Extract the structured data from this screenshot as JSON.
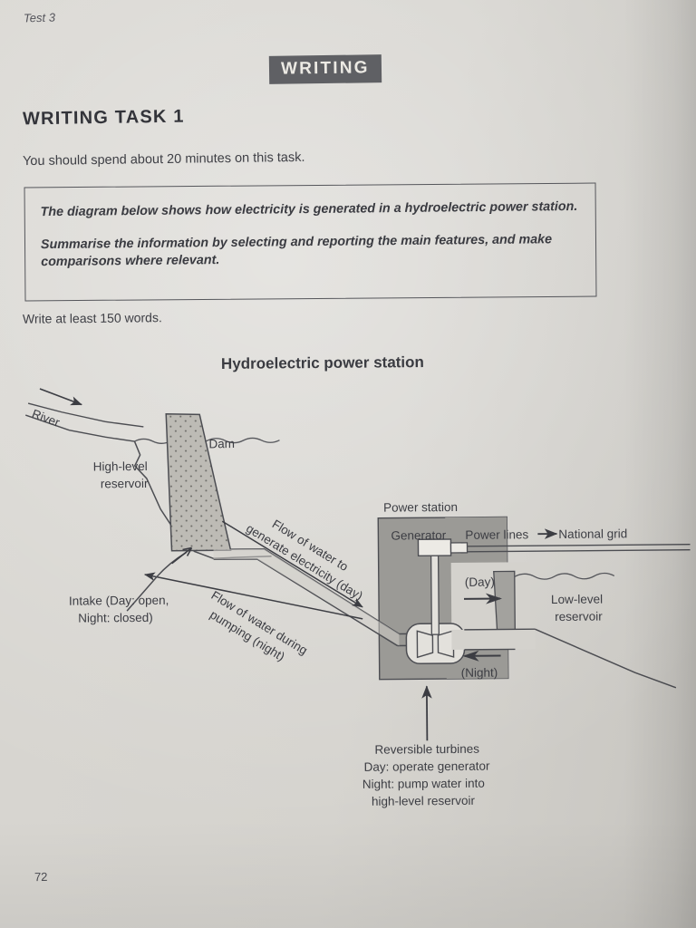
{
  "page": {
    "test_label": "Test 3",
    "section_badge": "WRITING",
    "task_title": "WRITING TASK 1",
    "task_intro": "You should spend about 20 minutes on this task.",
    "prompt_paragraph_1": "The diagram below shows how electricity is generated in a hydroelectric power station.",
    "prompt_paragraph_2": "Summarise the information by selecting and reporting the main features, and make comparisons where relevant.",
    "write_at_least": "Write at least 150 words.",
    "page_number": "72"
  },
  "diagram": {
    "title": "Hydroelectric power station",
    "labels": {
      "river": "River",
      "dam": "Dam",
      "high_level_reservoir_line1": "High-level",
      "high_level_reservoir_line2": "reservoir",
      "intake_line1": "Intake (Day: open,",
      "intake_line2": "Night: closed)",
      "flow_generate_line1": "Flow of water to",
      "flow_generate_line2": "generate electricity (day)",
      "flow_pumping_line1": "Flow of water during",
      "flow_pumping_line2": "pumping (night)",
      "power_station": "Power station",
      "generator": "Generator",
      "power_lines": "Power lines",
      "national_grid": "National grid",
      "day": "(Day)",
      "night": "(Night)",
      "low_level_reservoir_line1": "Low-level",
      "low_level_reservoir_line2": "reservoir",
      "turbines_line1": "Reversible turbines",
      "turbines_line2": "Day: operate generator",
      "turbines_line3": "Night: pump water into",
      "turbines_line4": "high-level reservoir"
    },
    "colors": {
      "ink": "#3c3d43",
      "dam_fill": "#b9b7b1",
      "station_fill": "#9b9a96",
      "paper": "#d4d2cd",
      "badge": "#5f6064"
    }
  }
}
